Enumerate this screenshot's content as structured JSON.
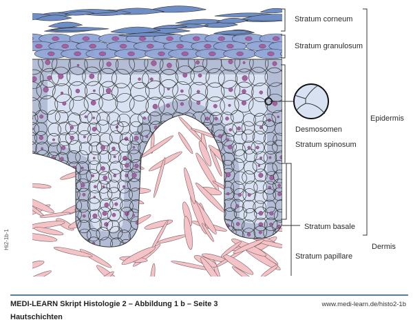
{
  "labels": {
    "stratum_corneum": "Stratum corneum",
    "stratum_granulosum": "Stratum granulosum",
    "desmosomen": "Desmosomen",
    "stratum_spinosum": "Stratum spinosum",
    "stratum_basale": "Stratum basale",
    "stratum_papillare": "Stratum papillare",
    "epidermis": "Epidermis",
    "dermis": "Dermis"
  },
  "side_code": "Hi2-1b-1",
  "footer": {
    "title": "MEDI-LEARN Skript Histologie 2 – Abbildung 1 b – Seite 3",
    "subtitle": "Hautschichten",
    "url": "www.medi-learn.de/histo2-1b"
  },
  "colors": {
    "corneum": "#6f8ec6",
    "granulosum": "#8fa5d6",
    "spinosum": "#d8e2f3",
    "basale": "#b3bdd6",
    "nucleus": "#a3619f",
    "fiber": "#f3c3c7",
    "accent": "#4a7cc0"
  }
}
